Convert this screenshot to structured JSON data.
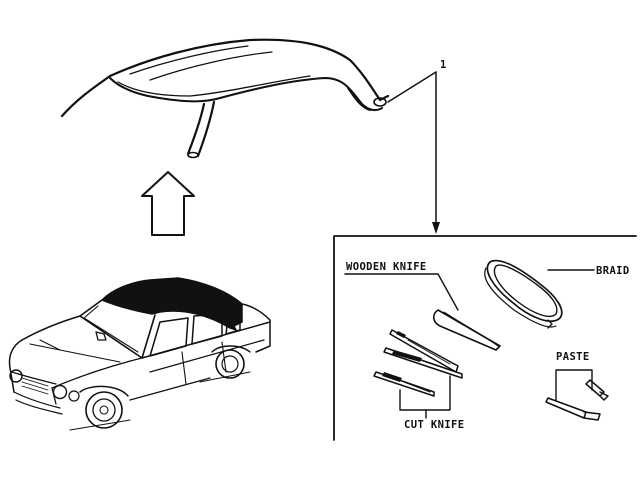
{
  "diagram": {
    "callout_number": "1",
    "labels": {
      "wooden_knife": "WOODEN KNIFE",
      "braid": "BRAID",
      "paste": "PASTE",
      "cut_knife": "CUT KNIFE"
    }
  }
}
